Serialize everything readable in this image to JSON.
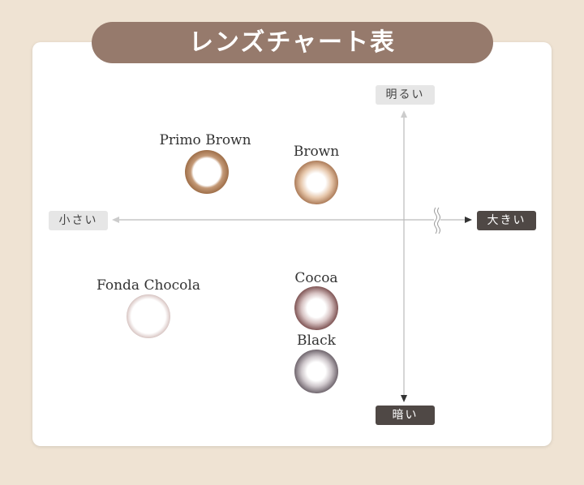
{
  "title": "レンズチャート表",
  "axes": {
    "top": "明るい",
    "bottom": "暗い",
    "left": "小さい",
    "right": "大きい"
  },
  "lenses": [
    {
      "name": "Primo Brown",
      "color": "#a87a55"
    },
    {
      "name": "Brown",
      "color": "#9a6a4a"
    },
    {
      "name": "Fonda Chocola",
      "color": "#8a6e6c"
    },
    {
      "name": "Cocoa",
      "color": "#5a3a3a"
    },
    {
      "name": "Black",
      "color": "#4a4248"
    }
  ]
}
